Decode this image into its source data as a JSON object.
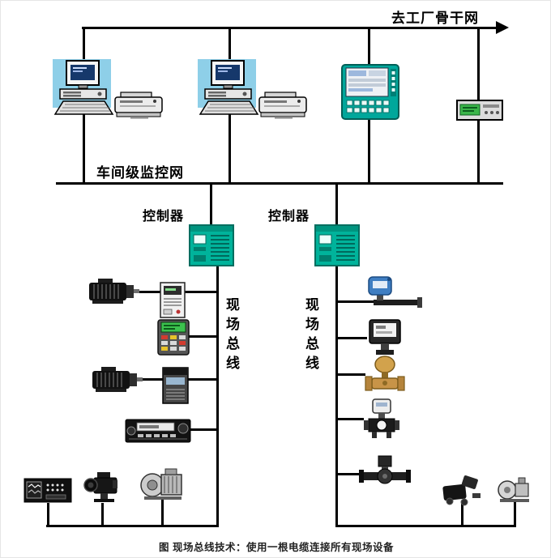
{
  "diagram": {
    "backbone_label": "去工厂骨干网",
    "workshop_label": "车间级监控网",
    "controller_left_label": "控制器",
    "controller_right_label": "控制器",
    "fieldbus_left_label": "现场总线",
    "fieldbus_right_label": "现场总线",
    "caption": "图  现场总线技术：使用一根电缆连接所有现场设备"
  },
  "colors": {
    "line": "#000000",
    "text": "#000000",
    "computer_bg": "#8ecfe8",
    "controller_teal": "#00b39b",
    "hmi_teal": "#00a79b",
    "monitor_screen_blue": "#16386b",
    "keypad_screen_green": "#3cc24e",
    "module_display_green": "#3bb54a",
    "valve_tan": "#c89448",
    "sensor_blue": "#3f7ec2"
  },
  "icons": {
    "monitoring_level": [
      "workstation-icon",
      "printer-icon",
      "workstation-icon",
      "printer-icon",
      "hmi-panel-icon",
      "network-module-icon"
    ],
    "fieldbus_left_devices": [
      "motor-icon",
      "drive-icon",
      "handheld-keypad-icon",
      "motor-icon",
      "drive-icon",
      "rack-device-icon",
      "signal-device-icon",
      "camera-icon",
      "pump-motor-icon"
    ],
    "fieldbus_right_devices": [
      "flow-sensor-icon",
      "display-sensor-icon",
      "control-valve-icon",
      "valve-icon",
      "inline-pump-icon",
      "gear-motor-icon",
      "small-pump-icon"
    ]
  }
}
